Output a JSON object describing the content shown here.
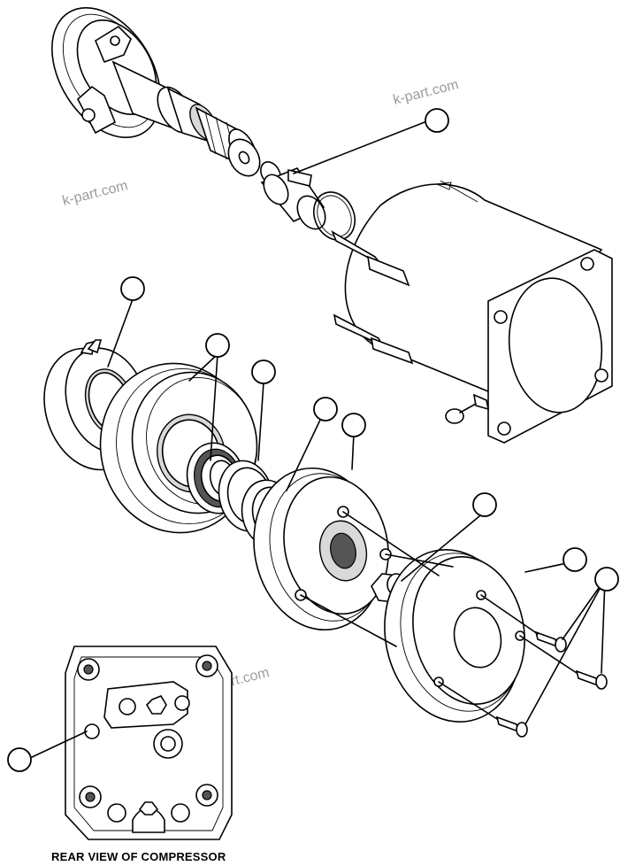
{
  "caption": "REAR VIEW OF COMPRESSOR",
  "watermark": "k-part.com",
  "callouts": [
    {
      "id": "callout-solenoid-valve",
      "label": ""
    },
    {
      "id": "callout-field-coil",
      "label": ""
    },
    {
      "id": "callout-pulley",
      "label": ""
    },
    {
      "id": "callout-bearing",
      "label": ""
    },
    {
      "id": "callout-retainer-ring",
      "label": ""
    },
    {
      "id": "callout-armature-plate",
      "label": ""
    },
    {
      "id": "callout-nut",
      "label": ""
    },
    {
      "id": "callout-dust-cover",
      "label": ""
    },
    {
      "id": "callout-screws",
      "label": ""
    },
    {
      "id": "callout-rear-port",
      "label": ""
    }
  ]
}
